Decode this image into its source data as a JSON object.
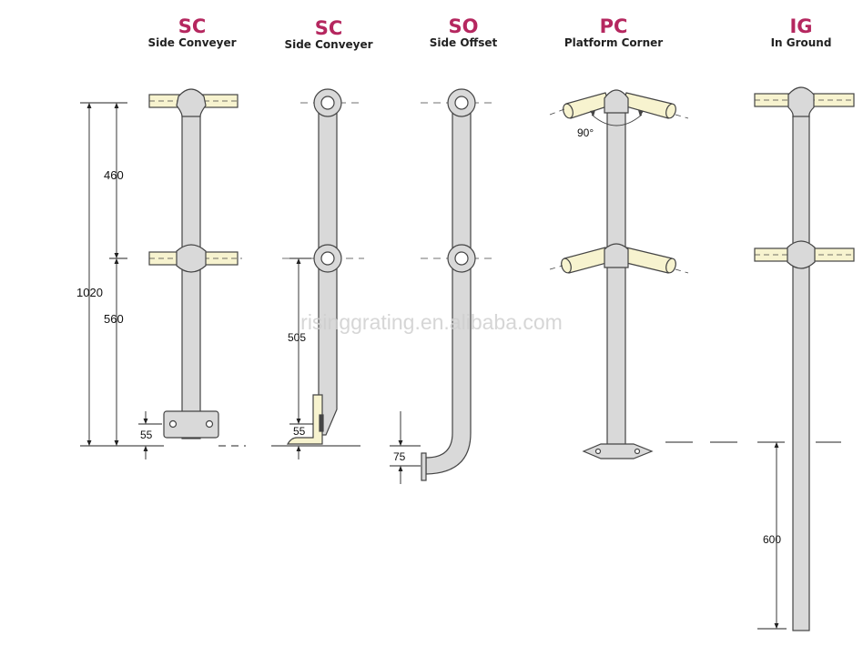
{
  "colors": {
    "accent": "#b5275f",
    "post_fill": "#d9d9d9",
    "rail_fill": "#f7f3cf",
    "stroke": "#444444",
    "dim_line": "#222222"
  },
  "watermark": "risinggrating.en.alibaba.com",
  "variants": [
    {
      "code": "SC",
      "name": "Side Conveyer"
    },
    {
      "code": "SC",
      "name": "Side Conveyer"
    },
    {
      "code": "SO",
      "name": "Side Offset"
    },
    {
      "code": "PC",
      "name": "Platform Corner"
    },
    {
      "code": "IG",
      "name": "In Ground"
    }
  ],
  "dimensions": {
    "sc1_total": "1020",
    "sc1_upper": "460",
    "sc1_lower": "560",
    "sc1_base": "55",
    "sc2_mid": "505",
    "sc2_base": "55",
    "so_base": "75",
    "pc_angle": "90°",
    "ig_embed": "600"
  }
}
